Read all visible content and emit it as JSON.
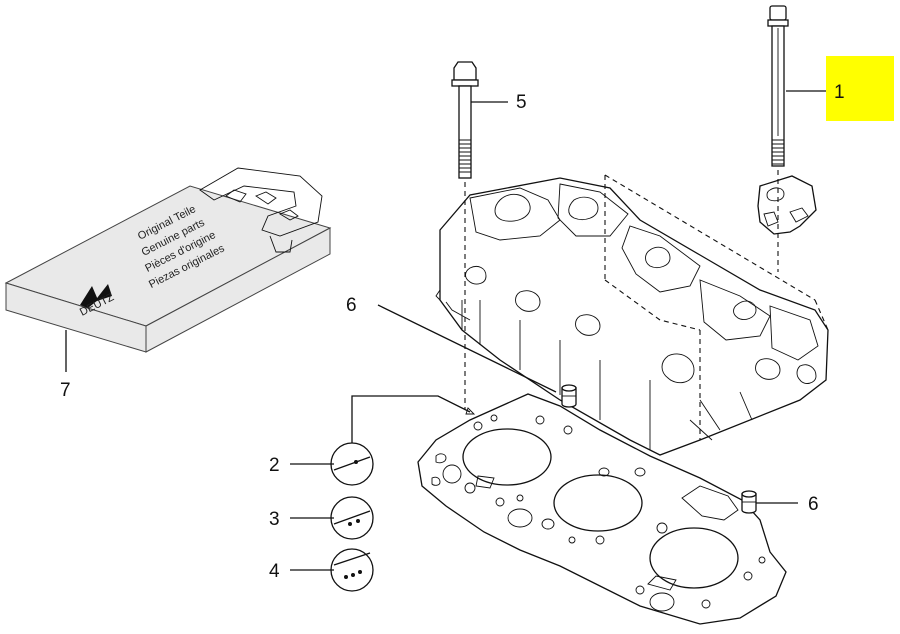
{
  "callouts": {
    "c1": "1",
    "c2": "2",
    "c3": "3",
    "c4": "4",
    "c5": "5",
    "c6a": "6",
    "c6b": "6",
    "c7": "7"
  },
  "parts_box": {
    "line1": "Original Teile",
    "line2": "Genuine parts",
    "line3": "Pièces d'origine",
    "line4": "Piezas originales",
    "logo": "DEUTZ"
  },
  "colors": {
    "highlight": "#ffff00",
    "ink": "#111111",
    "box_fill": "#e9e9e9"
  }
}
